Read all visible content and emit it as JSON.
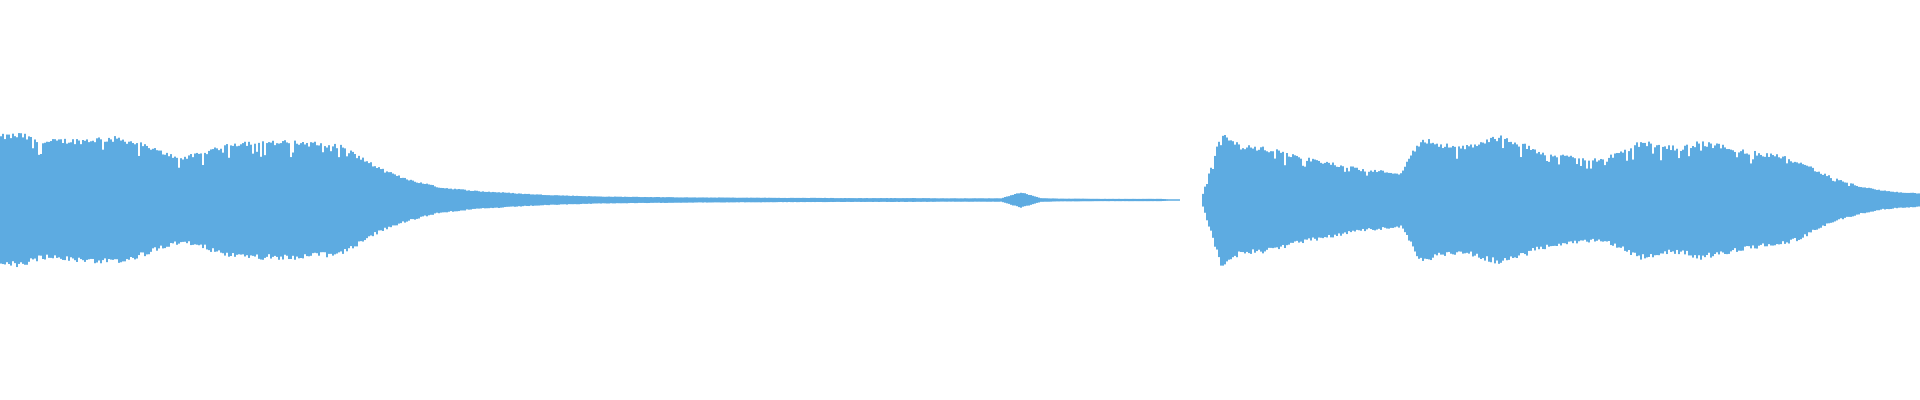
{
  "chart_data": {
    "type": "area",
    "title": "",
    "xlabel": "",
    "ylabel": "",
    "ylim": [
      -1,
      1
    ],
    "grid": false,
    "legend": "none",
    "color": "#5DABE1",
    "background": "#FFFFFF",
    "mirrored": true,
    "envelope_sample_count": 97,
    "envelope": [
      0.33,
      0.34,
      0.3,
      0.31,
      0.31,
      0.32,
      0.32,
      0.29,
      0.25,
      0.22,
      0.24,
      0.28,
      0.3,
      0.3,
      0.3,
      0.3,
      0.29,
      0.28,
      0.22,
      0.16,
      0.12,
      0.09,
      0.065,
      0.055,
      0.045,
      0.04,
      0.033,
      0.028,
      0.024,
      0.021,
      0.018,
      0.017,
      0.016,
      0.015,
      0.014,
      0.013,
      0.013,
      0.012,
      0.012,
      0.011,
      0.011,
      0.011,
      0.01,
      0.01,
      0.01,
      0.01,
      0.01,
      0.009,
      0.009,
      0.009,
      0.009,
      0.04,
      0.01,
      0.007,
      0.007,
      0.006,
      0.006,
      0.006,
      0.006,
      0,
      0,
      0.34,
      0.28,
      0.27,
      0.25,
      0.22,
      0.2,
      0.18,
      0.16,
      0.15,
      0.14,
      0.32,
      0.29,
      0.27,
      0.3,
      0.33,
      0.29,
      0.25,
      0.23,
      0.22,
      0.21,
      0.25,
      0.3,
      0.28,
      0.27,
      0.3,
      0.28,
      0.26,
      0.24,
      0.23,
      0.2,
      0.14,
      0.1,
      0.07,
      0.05,
      0.04,
      0.035
    ]
  }
}
